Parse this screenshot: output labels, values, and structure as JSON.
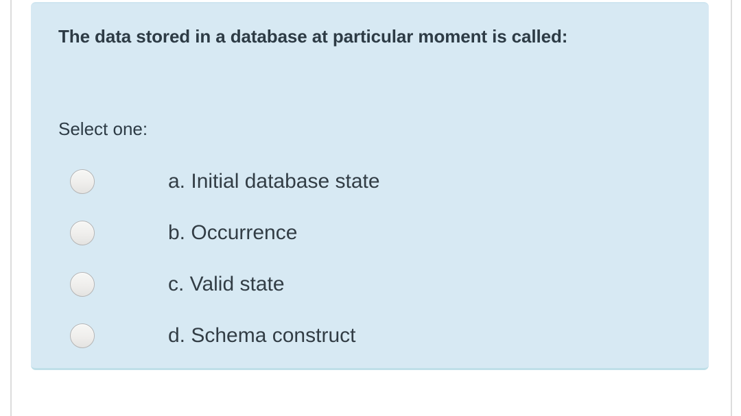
{
  "page": {
    "background_color": "#ffffff",
    "rule_color": "#dcdcdc"
  },
  "question": {
    "card_background_color": "#d7e9f3",
    "text_color": "#2d3b45",
    "prompt": "The data stored in a database at particular moment is called:",
    "instruction": "Select one:",
    "options": [
      {
        "id": "a",
        "label": "a. Initial database state",
        "selected": false
      },
      {
        "id": "b",
        "label": "b. Occurrence",
        "selected": false
      },
      {
        "id": "c",
        "label": "c. Valid state",
        "selected": false
      },
      {
        "id": "d",
        "label": "d. Schema construct",
        "selected": false
      }
    ]
  }
}
